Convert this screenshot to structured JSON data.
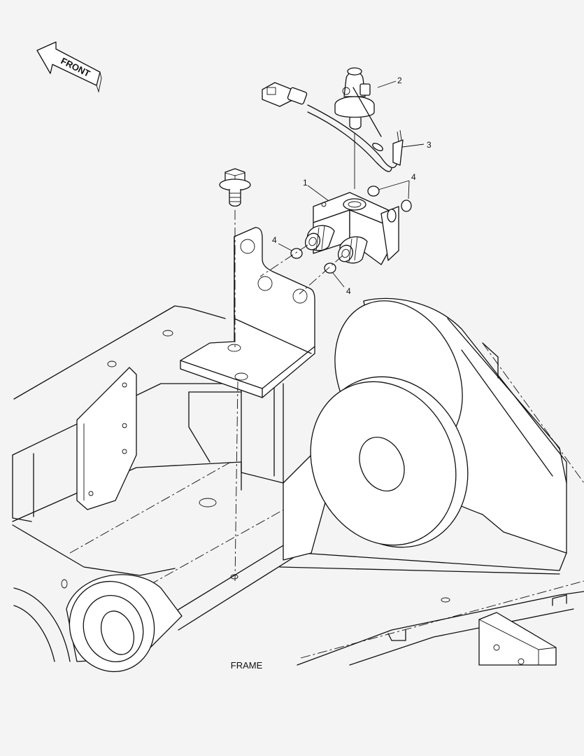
{
  "direction_label": "FRONT",
  "callouts": {
    "block": "1",
    "pressure_switch": "2",
    "wire_lead": "3",
    "oring_top": "4",
    "oring_left": "4",
    "oring_bottom": "4"
  },
  "caption": "FRAME"
}
